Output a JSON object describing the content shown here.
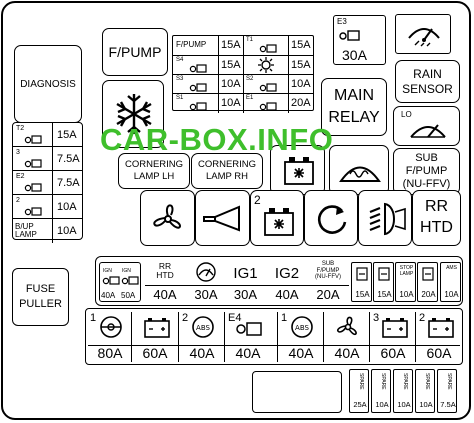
{
  "left": {
    "diagnosis": "DIAGNOSIS",
    "fuse_puller": "FUSE\nPULLER",
    "fuses": [
      {
        "label": "T2",
        "amp": "15A"
      },
      {
        "label": "3",
        "amp": "7.5A"
      },
      {
        "label": "E2",
        "amp": "7.5A"
      },
      {
        "label": "2",
        "amp": "10A"
      },
      {
        "label": "B/UP LAMP",
        "amp": "10A"
      }
    ]
  },
  "top": {
    "fpump": "F/PUMP",
    "small_grid": [
      {
        "label": "F/PUMP",
        "amp": "15A",
        "label2": "T1",
        "amp2": "15A"
      },
      {
        "label": "S4",
        "amp": "15A",
        "label2": "",
        "amp2": "15A"
      },
      {
        "label": "S3",
        "amp": "10A",
        "label2": "S2",
        "amp2": "10A"
      },
      {
        "label": "S1",
        "amp": "10A",
        "label2": "E1",
        "amp2": "20A"
      }
    ],
    "e3": {
      "label": "E3",
      "amp": "30A"
    },
    "main_relay": "MAIN\nRELAY",
    "rain_sensor": "RAIN\nSENSOR",
    "lo": "LO",
    "sub_fpump": "SUB\nF/PUMP\n(NU-FFV)",
    "cornering_lh": "CORNERING\nLAMP LH",
    "cornering_rh": "CORNERING\nLAMP RH"
  },
  "middle": {
    "rr_htd": "RR\nHTD",
    "num2": "2"
  },
  "fuse_row": {
    "small_left": {
      "amp1": "40A",
      "amp2": "50A",
      "lbl1": "IGN",
      "lbl2": "IGN"
    },
    "items": [
      {
        "label": "RR\nHTD",
        "amp": "40A"
      },
      {
        "label": "",
        "amp": "30A"
      },
      {
        "label": "IG1",
        "amp": "30A"
      },
      {
        "label": "IG2",
        "amp": "40A"
      },
      {
        "label": "SUB\nF/PUMP\n(NU-FFV)",
        "amp": "20A"
      }
    ],
    "mini": [
      {
        "label": "",
        "amp": "15A"
      },
      {
        "label": "",
        "amp": "15A"
      },
      {
        "label": "STOP\nLAMP",
        "amp": "10A"
      },
      {
        "label": "",
        "amp": "20A"
      },
      {
        "label": "AMS",
        "amp": "10A"
      }
    ]
  },
  "bottom_row": [
    {
      "label": "1",
      "amp": "80A"
    },
    {
      "label": "",
      "amp": "60A"
    },
    {
      "label": "2",
      "amp": "40A"
    },
    {
      "label": "E4",
      "amp": "40A"
    },
    {
      "label": "1",
      "amp": "40A"
    },
    {
      "label": "",
      "amp": "40A"
    },
    {
      "label": "3",
      "amp": "60A"
    },
    {
      "label": "2",
      "amp": "60A"
    }
  ],
  "spare": {
    "label": "SPARE",
    "amps": [
      "25A",
      "10A",
      "10A",
      "10A",
      "7.5A"
    ]
  },
  "watermark": "CAR-BOX.INFO"
}
